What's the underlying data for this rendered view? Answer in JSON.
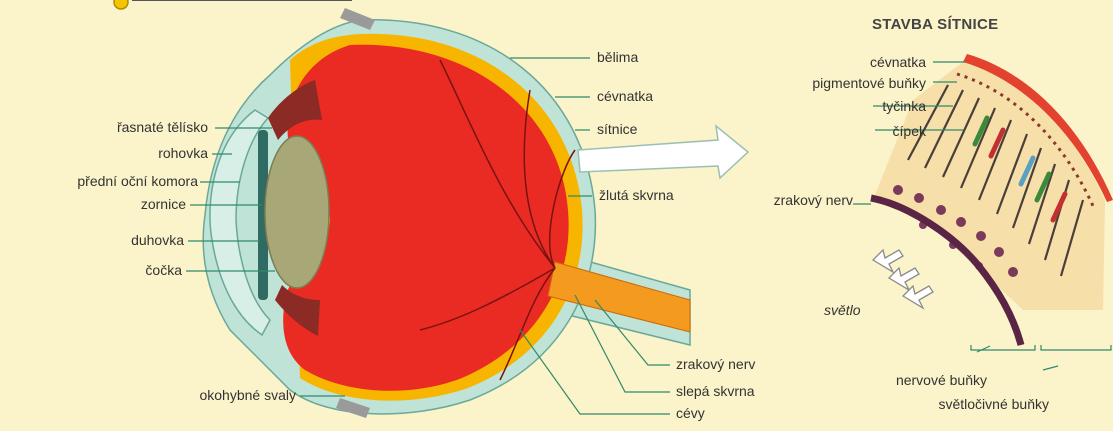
{
  "eye": {
    "labels_left": {
      "rasnate_telisko": "řasnaté tělísko",
      "rohovka": "rohovka",
      "predni_ocni_komora": "přední oční komora",
      "zornice": "zornice",
      "duhovka": "duhovka",
      "cocka": "čočka",
      "okohybne_svaly": "okohybné svaly"
    },
    "labels_right": {
      "belima": "bělima",
      "cevnatka": "cévnatka",
      "sitnice": "sítnice",
      "zluta_skvrna": "žlutá skvrna"
    },
    "labels_bottom": {
      "zrakovy_nerv": "zrakový nerv",
      "slepa_skvrna": "slepá skvrna",
      "cevy": "cévy"
    }
  },
  "retina": {
    "title": "STAVBA SÍTNICE",
    "labels": {
      "cevnatka": "cévnatka",
      "pigmentove_bunky": "pigmentové buňky",
      "tycinka": "tyčinka",
      "cipek": "čípek",
      "zrakovy_nerv": "zrakový nerv",
      "svetlo": "světlo",
      "nervove_bunky": "nervové buňky",
      "svetlocivne_bunky": "světločivné buňky"
    }
  },
  "colors": {
    "background": "#fbf3c9",
    "sclera": "#bfe3d6",
    "eyeball": "#ea2b24",
    "retina_yellow": "#f7b500",
    "nerve_orange": "#f39a1f",
    "lens": "#a7a777",
    "choroid_red": "#e2422e",
    "nerve_purple": "#5a2545"
  }
}
